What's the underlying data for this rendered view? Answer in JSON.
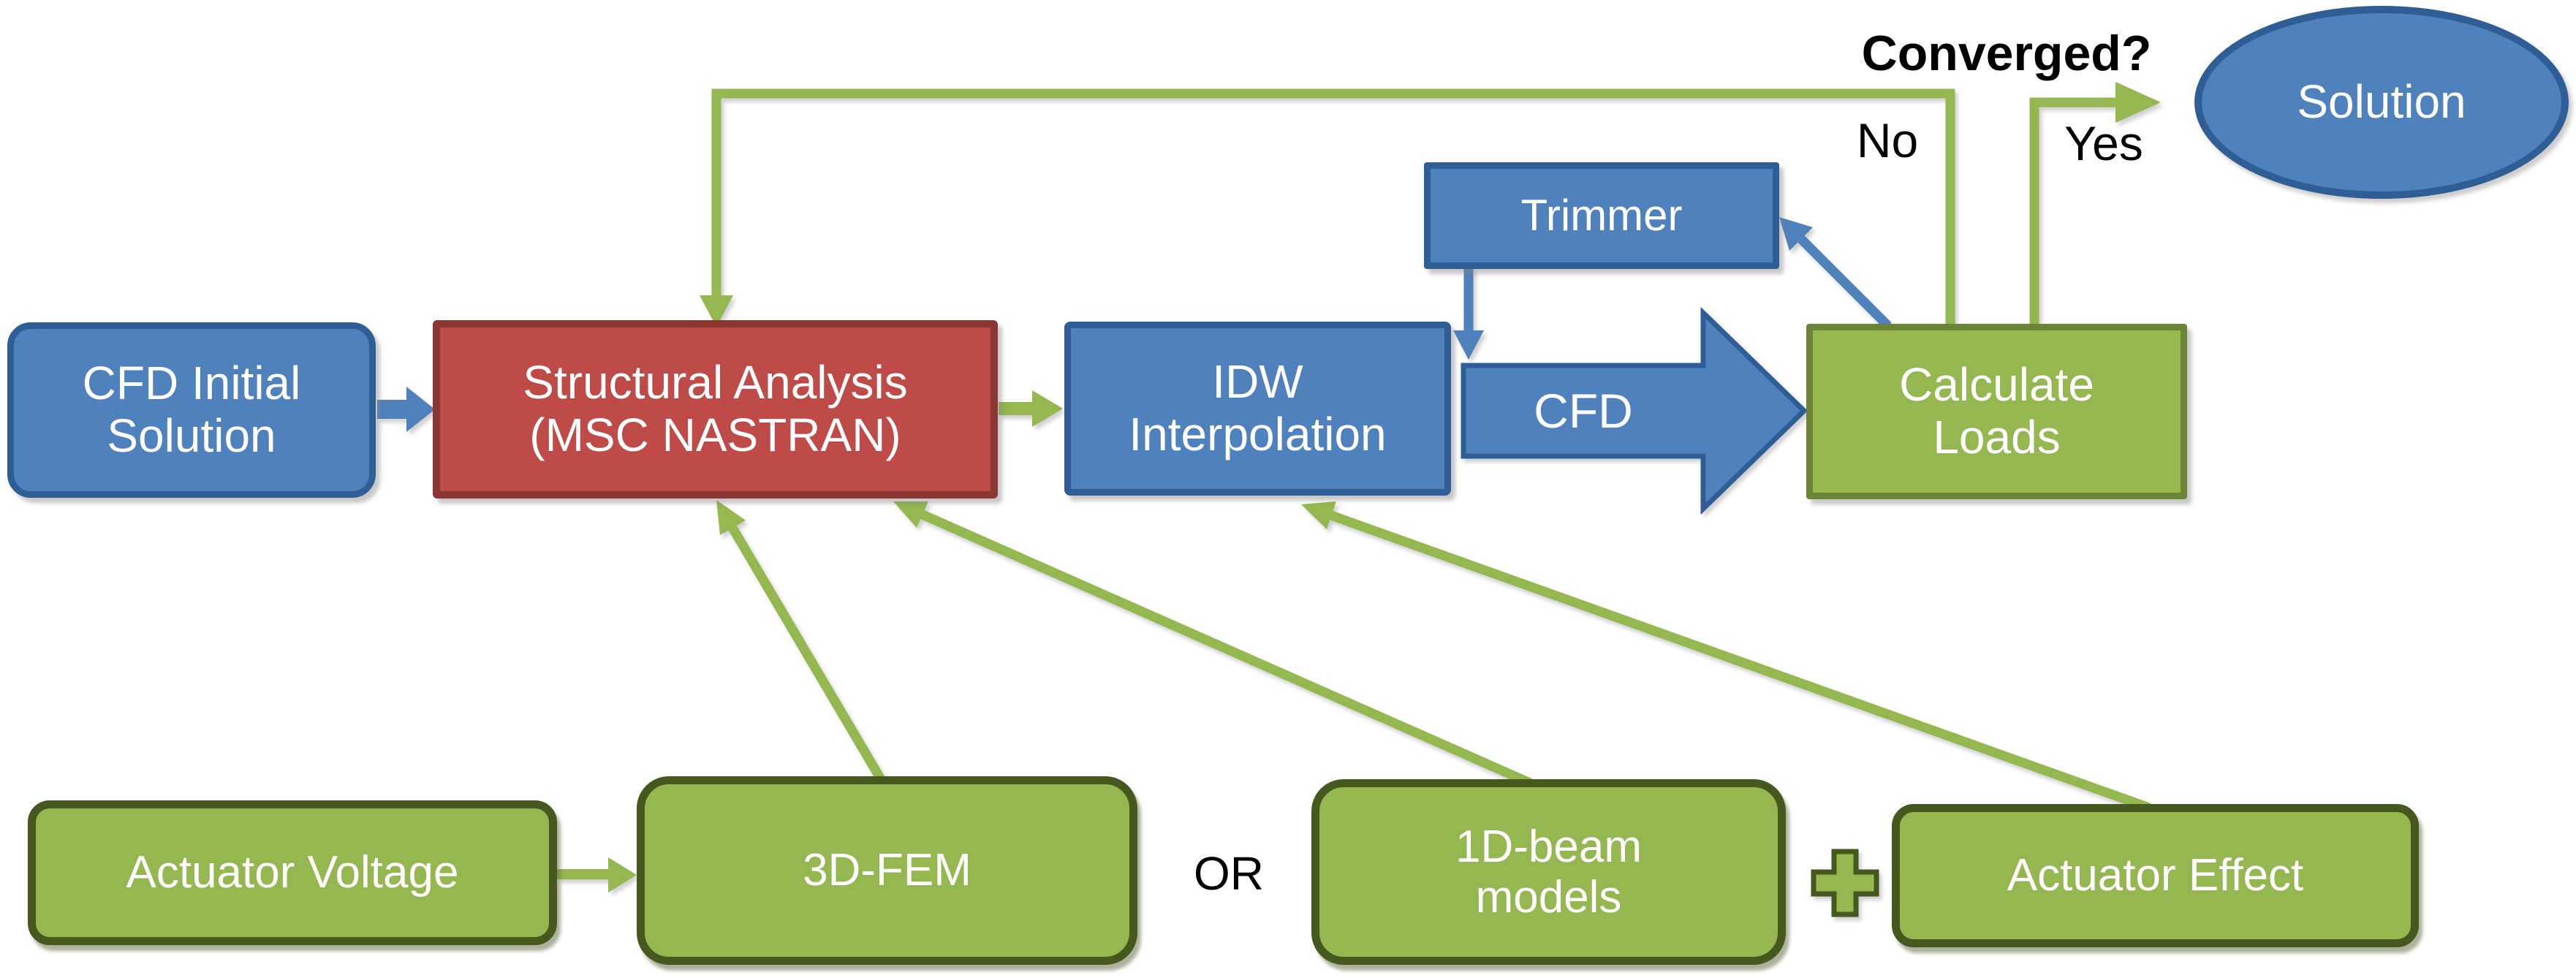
{
  "colors": {
    "blue_fill": "#4f81bd",
    "blue_border": "#2f5e97",
    "red_fill": "#bf4b48",
    "red_border": "#8a3734",
    "green_fill": "#94b74f",
    "green_border_light": "#6b8435",
    "green_border_dark": "#47581f",
    "connector_green": "#94b74f",
    "text_white": "#ffffff",
    "text_black": "#000000"
  },
  "nodes": {
    "cfd_initial": {
      "line1": "CFD Initial",
      "line2": "Solution"
    },
    "structural": {
      "line1": "Structural Analysis",
      "line2": "(MSC NASTRAN)"
    },
    "idw": {
      "line1": "IDW",
      "line2": "Interpolation"
    },
    "trimmer": {
      "label": "Trimmer"
    },
    "cfd_block_arrow": {
      "label": "CFD"
    },
    "calculate": {
      "line1": "Calculate",
      "line2": "Loads"
    },
    "solution": {
      "label": "Solution"
    },
    "actuator_voltage": {
      "label": "Actuator Voltage"
    },
    "fem_3d": {
      "label": "3D-FEM"
    },
    "beam_1d": {
      "line1": "1D-beam",
      "line2": "models"
    },
    "actuator_effect": {
      "label": "Actuator Effect"
    }
  },
  "annotations": {
    "converged": "Converged?",
    "no": "No",
    "yes": "Yes",
    "or": "OR",
    "plus": "+"
  },
  "connections": [
    {
      "from": "CFD Initial Solution",
      "to": "Structural Analysis (MSC NASTRAN)",
      "style": "blue-arrow"
    },
    {
      "from": "Structural Analysis (MSC NASTRAN)",
      "to": "IDW Interpolation",
      "style": "green-arrow"
    },
    {
      "from": "IDW Interpolation",
      "to": "Calculate Loads",
      "style": "blue-block-arrow",
      "label": "CFD"
    },
    {
      "from": "Trimmer",
      "to": "CFD",
      "style": "blue-arrow"
    },
    {
      "from": "Calculate Loads",
      "to": "Trimmer",
      "style": "blue-arrow"
    },
    {
      "from": "Calculate Loads",
      "to": "Structural Analysis (MSC NASTRAN)",
      "style": "green-elbow-arrow",
      "label": "No"
    },
    {
      "from": "Calculate Loads",
      "to": "Solution",
      "style": "green-elbow-arrow",
      "label": "Yes"
    },
    {
      "from": "Actuator Voltage",
      "to": "3D-FEM",
      "style": "green-arrow"
    },
    {
      "from": "3D-FEM",
      "to": "Structural Analysis (MSC NASTRAN)",
      "style": "green-arrow"
    },
    {
      "from": "1D-beam models",
      "to": "Structural Analysis (MSC NASTRAN)",
      "style": "green-arrow"
    },
    {
      "from": "Actuator Effect",
      "to": "IDW Interpolation",
      "style": "green-arrow"
    }
  ]
}
